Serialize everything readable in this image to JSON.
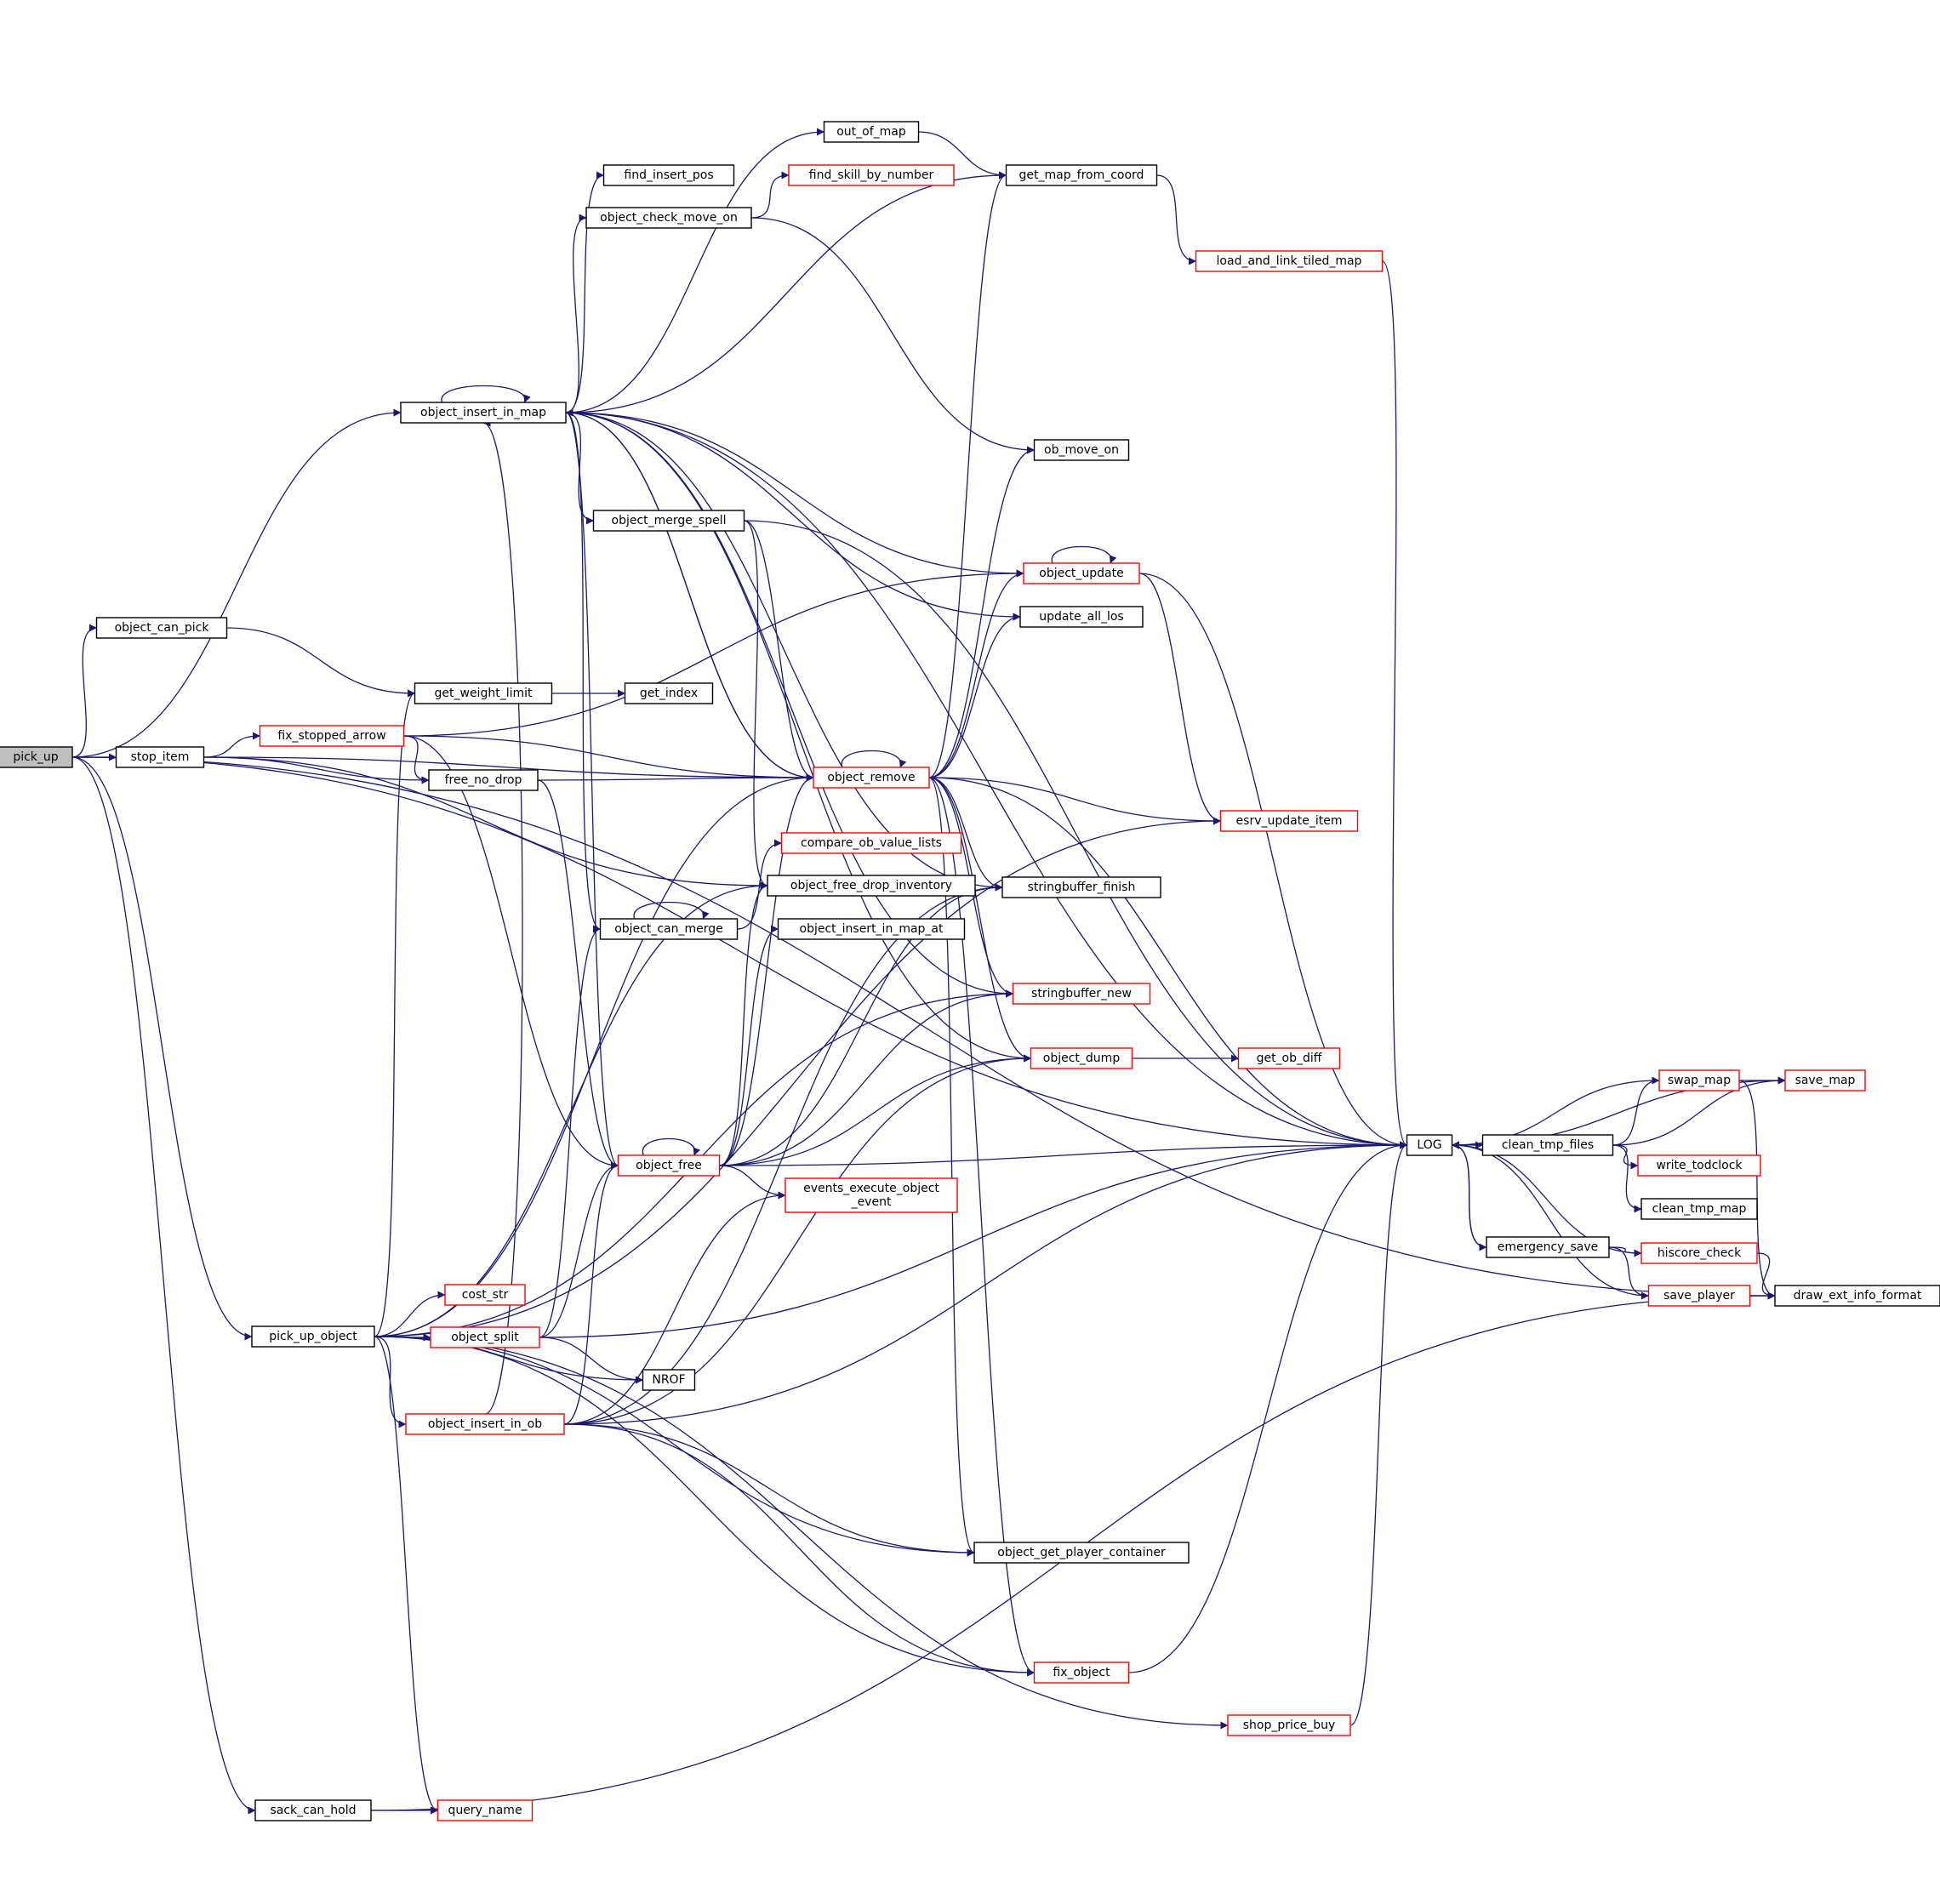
{
  "colors": {
    "edge": "#191970",
    "node_border_normal": "#000000",
    "node_border_truncated": "#ff0000",
    "node_fill_root": "#bfbfbf",
    "node_fill": "#ffffff"
  },
  "nodes": [
    {
      "id": "pick_up",
      "label": "pick_up",
      "style": "root"
    },
    {
      "id": "object_can_pick",
      "label": "object_can_pick",
      "style": "normal"
    },
    {
      "id": "stop_item",
      "label": "stop_item",
      "style": "normal"
    },
    {
      "id": "pick_up_object",
      "label": "pick_up_object",
      "style": "normal"
    },
    {
      "id": "sack_can_hold",
      "label": "sack_can_hold",
      "style": "normal"
    },
    {
      "id": "object_insert_in_map",
      "label": "object_insert_in_map",
      "style": "normal"
    },
    {
      "id": "get_weight_limit",
      "label": "get_weight_limit",
      "style": "normal"
    },
    {
      "id": "fix_stopped_arrow",
      "label": "fix_stopped_arrow",
      "style": "truncated"
    },
    {
      "id": "free_no_drop",
      "label": "free_no_drop",
      "style": "normal"
    },
    {
      "id": "cost_str",
      "label": "cost_str",
      "style": "truncated"
    },
    {
      "id": "object_split",
      "label": "object_split",
      "style": "truncated"
    },
    {
      "id": "object_insert_in_ob",
      "label": "object_insert_in_ob",
      "style": "truncated"
    },
    {
      "id": "query_name",
      "label": "query_name",
      "style": "truncated"
    },
    {
      "id": "find_insert_pos",
      "label": "find_insert_pos",
      "style": "normal"
    },
    {
      "id": "object_check_move_on",
      "label": "object_check_move_on",
      "style": "normal"
    },
    {
      "id": "object_merge_spell",
      "label": "object_merge_spell",
      "style": "normal"
    },
    {
      "id": "get_index",
      "label": "get_index",
      "style": "normal"
    },
    {
      "id": "object_can_merge",
      "label": "object_can_merge",
      "style": "normal"
    },
    {
      "id": "object_free",
      "label": "object_free",
      "style": "truncated"
    },
    {
      "id": "NROF",
      "label": "NROF",
      "style": "normal"
    },
    {
      "id": "out_of_map",
      "label": "out_of_map",
      "style": "normal"
    },
    {
      "id": "find_skill_by_number",
      "label": "find_skill_by_number",
      "style": "truncated"
    },
    {
      "id": "object_remove",
      "label": "object_remove",
      "style": "truncated"
    },
    {
      "id": "compare_ob_value_lists",
      "label": "compare_ob_value_lists",
      "style": "truncated"
    },
    {
      "id": "object_free_drop_inventory",
      "label": "object_free_drop_inventory",
      "style": "normal"
    },
    {
      "id": "object_insert_in_map_at",
      "label": "object_insert_in_map_at",
      "style": "normal"
    },
    {
      "id": "events_execute_object_event",
      "label": "events_execute_object\n_event",
      "style": "truncated"
    },
    {
      "id": "get_map_from_coord",
      "label": "get_map_from_coord",
      "style": "normal"
    },
    {
      "id": "ob_move_on",
      "label": "ob_move_on",
      "style": "normal"
    },
    {
      "id": "object_update",
      "label": "object_update",
      "style": "truncated"
    },
    {
      "id": "update_all_los",
      "label": "update_all_los",
      "style": "normal"
    },
    {
      "id": "stringbuffer_finish",
      "label": "stringbuffer_finish",
      "style": "normal"
    },
    {
      "id": "stringbuffer_new",
      "label": "stringbuffer_new",
      "style": "truncated"
    },
    {
      "id": "object_dump",
      "label": "object_dump",
      "style": "truncated"
    },
    {
      "id": "object_get_player_container",
      "label": "object_get_player_container",
      "style": "normal"
    },
    {
      "id": "fix_object",
      "label": "fix_object",
      "style": "truncated"
    },
    {
      "id": "load_and_link_tiled_map",
      "label": "load_and_link_tiled_map",
      "style": "truncated"
    },
    {
      "id": "esrv_update_item",
      "label": "esrv_update_item",
      "style": "truncated"
    },
    {
      "id": "get_ob_diff",
      "label": "get_ob_diff",
      "style": "truncated"
    },
    {
      "id": "shop_price_buy",
      "label": "shop_price_buy",
      "style": "truncated"
    },
    {
      "id": "LOG",
      "label": "LOG",
      "style": "normal"
    },
    {
      "id": "clean_tmp_files",
      "label": "clean_tmp_files",
      "style": "normal"
    },
    {
      "id": "emergency_save",
      "label": "emergency_save",
      "style": "normal"
    },
    {
      "id": "swap_map",
      "label": "swap_map",
      "style": "truncated"
    },
    {
      "id": "write_todclock",
      "label": "write_todclock",
      "style": "truncated"
    },
    {
      "id": "clean_tmp_map",
      "label": "clean_tmp_map",
      "style": "normal"
    },
    {
      "id": "hiscore_check",
      "label": "hiscore_check",
      "style": "truncated"
    },
    {
      "id": "save_player",
      "label": "save_player",
      "style": "truncated"
    },
    {
      "id": "save_map",
      "label": "save_map",
      "style": "truncated"
    },
    {
      "id": "draw_ext_info_format",
      "label": "draw_ext_info_format",
      "style": "normal"
    }
  ],
  "edges": [
    [
      "pick_up",
      "object_can_pick"
    ],
    [
      "pick_up",
      "stop_item"
    ],
    [
      "pick_up",
      "pick_up_object"
    ],
    [
      "pick_up",
      "sack_can_hold"
    ],
    [
      "pick_up",
      "object_insert_in_map"
    ],
    [
      "pick_up",
      "LOG"
    ],
    [
      "pick_up",
      "draw_ext_info_format"
    ],
    [
      "object_can_pick",
      "get_weight_limit"
    ],
    [
      "stop_item",
      "fix_stopped_arrow"
    ],
    [
      "stop_item",
      "free_no_drop"
    ],
    [
      "stop_item",
      "object_remove"
    ],
    [
      "stop_item",
      "object_free_drop_inventory"
    ],
    [
      "fix_stopped_arrow",
      "free_no_drop"
    ],
    [
      "fix_stopped_arrow",
      "object_remove"
    ],
    [
      "fix_stopped_arrow",
      "object_update"
    ],
    [
      "fix_stopped_arrow",
      "object_free"
    ],
    [
      "free_no_drop",
      "object_remove"
    ],
    [
      "free_no_drop",
      "object_free"
    ],
    [
      "get_weight_limit",
      "get_index"
    ],
    [
      "object_insert_in_map",
      "object_insert_in_map"
    ],
    [
      "object_insert_in_map",
      "out_of_map"
    ],
    [
      "object_insert_in_map",
      "find_insert_pos"
    ],
    [
      "object_insert_in_map",
      "object_check_move_on"
    ],
    [
      "object_insert_in_map",
      "object_merge_spell"
    ],
    [
      "object_insert_in_map",
      "object_can_merge"
    ],
    [
      "object_insert_in_map",
      "object_remove"
    ],
    [
      "object_insert_in_map",
      "object_free"
    ],
    [
      "object_insert_in_map",
      "get_map_from_coord"
    ],
    [
      "object_insert_in_map",
      "object_update"
    ],
    [
      "object_insert_in_map",
      "update_all_los"
    ],
    [
      "object_insert_in_map",
      "stringbuffer_finish"
    ],
    [
      "object_insert_in_map",
      "stringbuffer_new"
    ],
    [
      "object_insert_in_map",
      "object_dump"
    ],
    [
      "object_insert_in_map",
      "LOG"
    ],
    [
      "object_check_move_on",
      "find_skill_by_number"
    ],
    [
      "object_check_move_on",
      "ob_move_on"
    ],
    [
      "object_merge_spell",
      "object_remove"
    ],
    [
      "object_merge_spell",
      "object_free_drop_inventory"
    ],
    [
      "object_merge_spell",
      "LOG"
    ],
    [
      "object_can_merge",
      "object_can_merge"
    ],
    [
      "object_can_merge",
      "compare_ob_value_lists"
    ],
    [
      "out_of_map",
      "get_map_from_coord"
    ],
    [
      "get_map_from_coord",
      "load_and_link_tiled_map"
    ],
    [
      "load_and_link_tiled_map",
      "LOG"
    ],
    [
      "object_remove",
      "object_remove"
    ],
    [
      "object_remove",
      "object_insert_in_map"
    ],
    [
      "object_remove",
      "get_map_from_coord"
    ],
    [
      "object_remove",
      "ob_move_on"
    ],
    [
      "object_remove",
      "object_update"
    ],
    [
      "object_remove",
      "update_all_los"
    ],
    [
      "object_remove",
      "esrv_update_item"
    ],
    [
      "object_remove",
      "stringbuffer_finish"
    ],
    [
      "object_remove",
      "stringbuffer_new"
    ],
    [
      "object_remove",
      "object_dump"
    ],
    [
      "object_remove",
      "object_get_player_container"
    ],
    [
      "object_remove",
      "fix_object"
    ],
    [
      "object_remove",
      "LOG"
    ],
    [
      "object_update",
      "object_update"
    ],
    [
      "object_update",
      "esrv_update_item"
    ],
    [
      "object_update",
      "LOG"
    ],
    [
      "object_free",
      "object_free"
    ],
    [
      "object_free",
      "object_remove"
    ],
    [
      "object_free",
      "object_free_drop_inventory"
    ],
    [
      "object_free",
      "object_insert_in_map_at"
    ],
    [
      "object_free",
      "events_execute_object_event"
    ],
    [
      "object_free",
      "stringbuffer_finish"
    ],
    [
      "object_free",
      "stringbuffer_new"
    ],
    [
      "object_free",
      "object_dump"
    ],
    [
      "object_free",
      "LOG"
    ],
    [
      "object_dump",
      "get_ob_diff"
    ],
    [
      "pick_up_object",
      "get_weight_limit"
    ],
    [
      "pick_up_object",
      "object_remove"
    ],
    [
      "pick_up_object",
      "object_free_drop_inventory"
    ],
    [
      "pick_up_object",
      "cost_str"
    ],
    [
      "pick_up_object",
      "object_split"
    ],
    [
      "pick_up_object",
      "NROF"
    ],
    [
      "pick_up_object",
      "object_insert_in_ob"
    ],
    [
      "pick_up_object",
      "query_name"
    ],
    [
      "pick_up_object",
      "object_get_player_container"
    ],
    [
      "pick_up_object",
      "fix_object"
    ],
    [
      "pick_up_object",
      "shop_price_buy"
    ],
    [
      "pick_up_object",
      "esrv_update_item"
    ],
    [
      "pick_up_object",
      "stringbuffer_new"
    ],
    [
      "object_split",
      "object_can_merge"
    ],
    [
      "object_split",
      "object_free"
    ],
    [
      "object_split",
      "NROF"
    ],
    [
      "object_split",
      "LOG"
    ],
    [
      "object_insert_in_ob",
      "object_insert_in_map"
    ],
    [
      "object_insert_in_ob",
      "object_free"
    ],
    [
      "object_insert_in_ob",
      "events_execute_object_event"
    ],
    [
      "object_insert_in_ob",
      "stringbuffer_finish"
    ],
    [
      "object_insert_in_ob",
      "object_dump"
    ],
    [
      "object_insert_in_ob",
      "object_get_player_container"
    ],
    [
      "object_insert_in_ob",
      "fix_object"
    ],
    [
      "object_insert_in_ob",
      "LOG"
    ],
    [
      "sack_can_hold",
      "query_name"
    ],
    [
      "sack_can_hold",
      "draw_ext_info_format"
    ],
    [
      "fix_object",
      "LOG"
    ],
    [
      "shop_price_buy",
      "LOG"
    ],
    [
      "LOG",
      "clean_tmp_files"
    ],
    [
      "LOG",
      "emergency_save"
    ],
    [
      "clean_tmp_files",
      "swap_map"
    ],
    [
      "clean_tmp_files",
      "write_todclock"
    ],
    [
      "clean_tmp_files",
      "clean_tmp_map"
    ],
    [
      "clean_tmp_files",
      "save_map"
    ],
    [
      "swap_map",
      "LOG"
    ],
    [
      "swap_map",
      "save_map"
    ],
    [
      "swap_map",
      "draw_ext_info_format"
    ],
    [
      "save_map",
      "LOG"
    ],
    [
      "emergency_save",
      "LOG"
    ],
    [
      "emergency_save",
      "hiscore_check"
    ],
    [
      "emergency_save",
      "save_player"
    ],
    [
      "hiscore_check",
      "LOG"
    ],
    [
      "hiscore_check",
      "draw_ext_info_format"
    ],
    [
      "save_player",
      "LOG"
    ],
    [
      "save_player",
      "draw_ext_info_format"
    ]
  ]
}
